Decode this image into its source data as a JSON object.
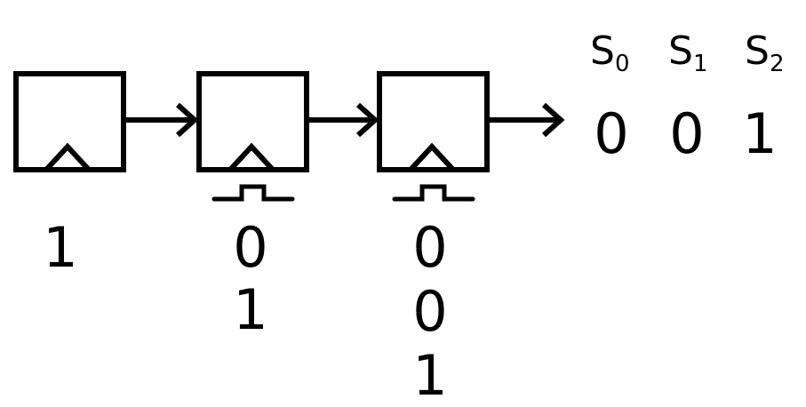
{
  "state_labels": [
    {
      "letter": "S",
      "index": "0"
    },
    {
      "letter": "S",
      "index": "1"
    },
    {
      "letter": "S",
      "index": "2"
    }
  ],
  "outputs": [
    "0",
    "0",
    "1"
  ],
  "columns": [
    {
      "values": [
        "1"
      ]
    },
    {
      "values": [
        "0",
        "1"
      ]
    },
    {
      "values": [
        "0",
        "0",
        "1"
      ]
    }
  ],
  "colors": {
    "stroke": "#000000",
    "background": "#ffffff"
  }
}
